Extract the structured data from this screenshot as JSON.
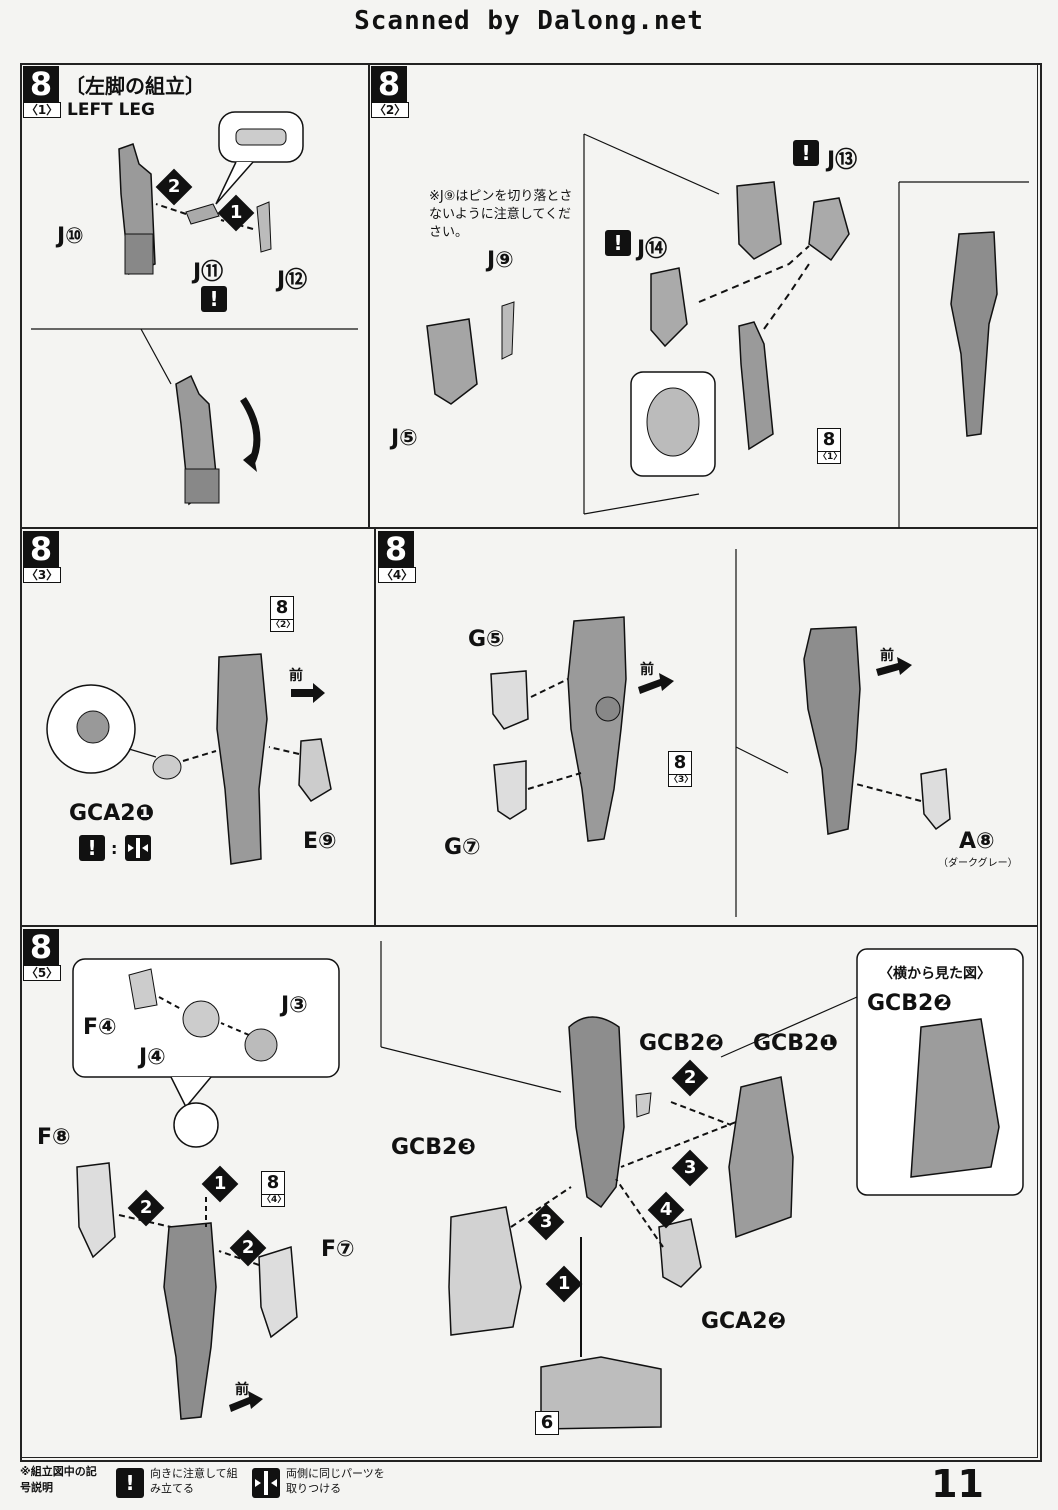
{
  "header": {
    "scan_credit": "Scanned by Dalong.net"
  },
  "steps": {
    "s1": {
      "number": "8",
      "sub": "〈1〉",
      "title_ja": "〔左脚の組立〕",
      "title_en": "LEFT LEG",
      "parts": {
        "j10": "J⑩",
        "j11": "J⑪",
        "j12": "J⑫"
      },
      "order1": "1",
      "order2": "2",
      "warn": "!"
    },
    "s2": {
      "number": "8",
      "sub": "〈2〉",
      "note": "※J⑨はピンを切り落とさないように注意してください。",
      "parts": {
        "j9": "J⑨",
        "j5": "J⑤",
        "j13": "J⑬",
        "j14": "J⑭"
      },
      "ref": {
        "n": "8",
        "s": "〈1〉"
      },
      "warn": "!"
    },
    "s3": {
      "number": "8",
      "sub": "〈3〉",
      "front": "前",
      "parts": {
        "gca21": "GCA2❶",
        "e9": "E⑨"
      },
      "ref": {
        "n": "8",
        "s": "〈2〉"
      },
      "warn": "!",
      "sep": ":"
    },
    "s4": {
      "number": "8",
      "sub": "〈4〉",
      "front": "前",
      "front2": "前",
      "parts": {
        "g5": "G⑤",
        "g7": "G⑦",
        "a8": "A⑧"
      },
      "a8_note": "（ダークグレー）",
      "ref": {
        "n": "8",
        "s": "〈3〉"
      }
    },
    "s5": {
      "number": "8",
      "sub": "〈5〉",
      "front": "前",
      "parts": {
        "f4": "F④",
        "j4": "J④",
        "j3": "J③",
        "f8": "F⑧",
        "f7": "F⑦",
        "gcb23": "GCB2❸",
        "gcb22": "GCB2❷",
        "gcb21": "GCB2❶",
        "gca22": "GCA2❷",
        "gcb22_side": "GCB2❷"
      },
      "side_view": "〈横から見た図〉",
      "ref": {
        "n": "8",
        "s": "〈4〉"
      },
      "ref6": "6",
      "o1": "1",
      "o2": "2",
      "o3": "3",
      "o4": "4"
    }
  },
  "legend": {
    "title": "※組立図中の記号説明",
    "warn_text": "向きに注意して組み立てる",
    "pair_text": "両側に同じパーツを取りつける",
    "warn": "!"
  },
  "page_number": "11"
}
